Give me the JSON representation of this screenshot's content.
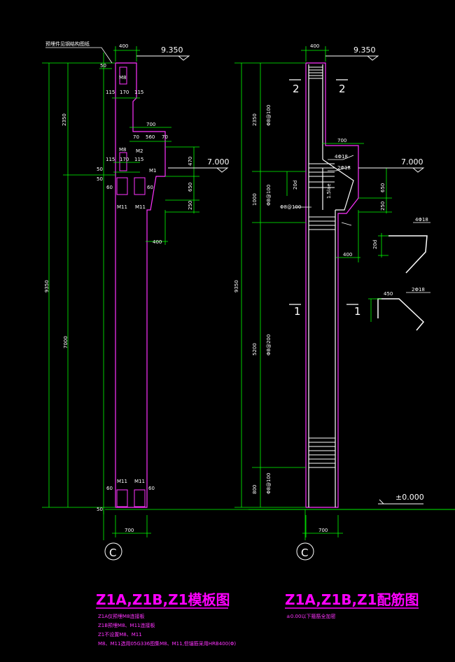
{
  "left": {
    "note_top": "预埋件见钢结构图纸",
    "elev_top": "9.350",
    "elev_mid": "7.000",
    "dim_400_top": "400",
    "dim_50": "50",
    "label_m8": "M8",
    "d115a": "115",
    "d170a": "170",
    "d115b": "115",
    "dim_2350": "2350",
    "dim_700": "700",
    "d70a": "70",
    "d560": "560",
    "d70b": "70",
    "label_m8b": "M8",
    "label_m2": "M2",
    "d115c": "115",
    "d170b": "170",
    "d115d": "115",
    "dim_470": "470",
    "label_m1": "M1",
    "d50a": "50",
    "d50b": "50",
    "dim_60a": "60",
    "dim_60b": "60",
    "dim_650": "650",
    "label_m11a": "M11",
    "label_m11b": "M11",
    "dim_250": "250",
    "dim_400_bot": "400",
    "dim_9350": "9350",
    "dim_7000": "7000",
    "dim_60c": "60",
    "dim_60d": "60",
    "label_m11c": "M11",
    "label_m11d": "M11",
    "dim_50_bot": "50",
    "dim_700_bot": "700",
    "axis": "C",
    "title": "Z1A,Z1B,Z1模板图",
    "notes": [
      "Z1A仅预埋M8连接板",
      "Z1B预埋M8、M11连接板",
      "Z1不设置M8、M11",
      "M8、M11选用05G336图集M8、M11,但锚筋采用HRB400(Φ)"
    ]
  },
  "right": {
    "elev_top": "9.350",
    "elev_mid": "7.000",
    "elev_zero": "±0.000",
    "dim_400_top": "400",
    "sec2a": "2",
    "sec2b": "2",
    "dim_2350": "2350",
    "stir_top": "Φ8@100",
    "dim_700": "700",
    "bar_4d18": "4Φ18",
    "bar_2d18": "2Φ18",
    "dim_20d": "20d",
    "dim_1000": "1000",
    "stir_mid": "Φ8@100",
    "stir_label": "Φ8@100",
    "lae": "1.5lae",
    "dim_650": "650",
    "dim_250": "250",
    "dim_400_bot": "400",
    "dim_9350": "9350",
    "sec1a": "1",
    "sec1b": "1",
    "dim_5200": "5200",
    "stir_low": "Φ8@200",
    "dim_800": "800",
    "stir_bot": "Φ8@100",
    "dim_700_bot": "700",
    "axis": "C",
    "det1_bar": "4Φ18",
    "det1_dim": "20d",
    "det2_bar": "2Φ18",
    "det2_dim": "450",
    "title": "Z1A,Z1B,Z1配筋图",
    "note": "±0.00以下箍筋全加密"
  },
  "colors": {
    "dim": "#00ff00",
    "outline": "#ff33ff",
    "text": "#ffffff",
    "title": "#ff00ff",
    "line": "#ffffff"
  }
}
